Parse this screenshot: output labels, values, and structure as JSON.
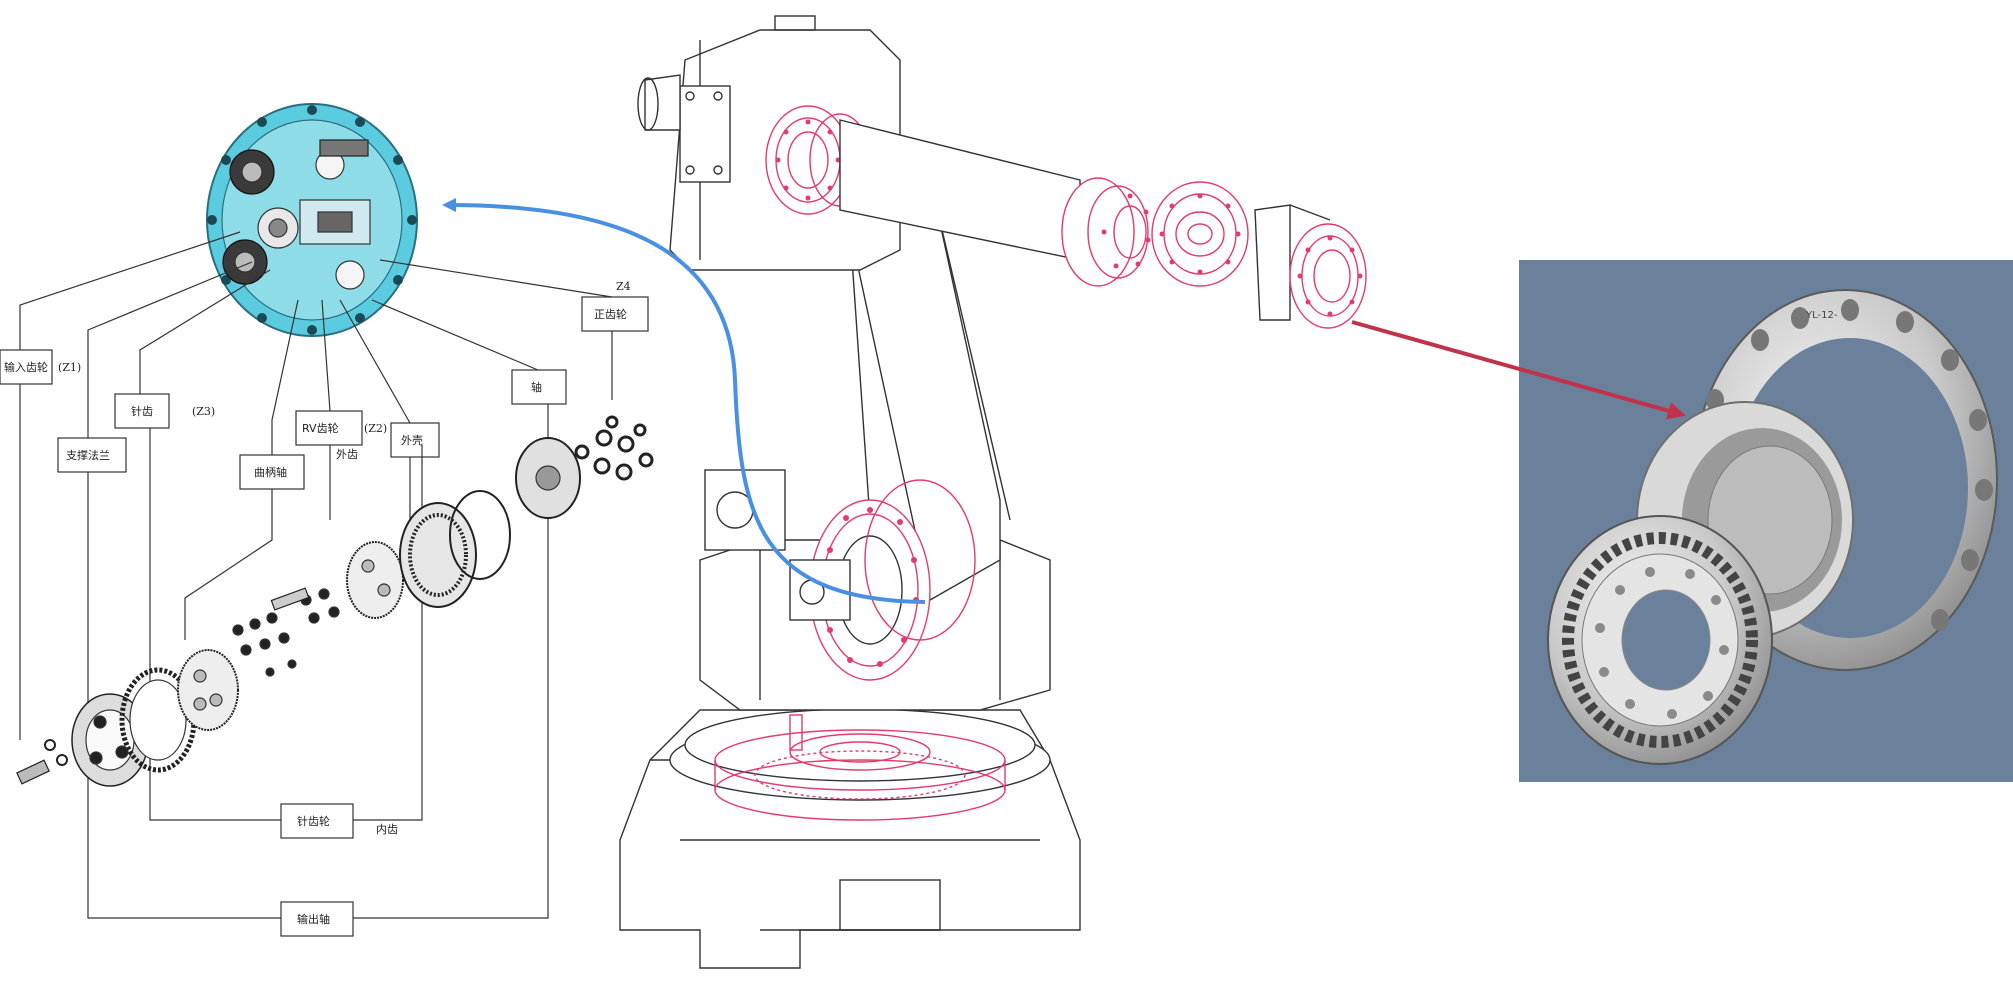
{
  "labels": {
    "input_gear": "输入齿轮",
    "input_gear_sym": "(Z1)",
    "support_flange": "支撑法兰",
    "needle_tooth": "针齿",
    "needle_tooth_sym": "(Z3)",
    "crankshaft": "曲柄轴",
    "rv_gear": "RV齿轮",
    "rv_gear_sym": "(Z2)",
    "external_tooth": "外齿",
    "outer_shell": "外壳",
    "shaft": "轴",
    "spur_gear": "正齿轮",
    "spur_gear_sym": "Z4",
    "needle_gear": "针齿轮",
    "internal_tooth": "内齿",
    "output_shaft": "输出轴",
    "bearing_markings": "YL-12-"
  },
  "colors": {
    "rv_reducer_highlight": "#5bcbe0",
    "robot_joint_highlight": "#e33b6a",
    "blue_arrow": "#4a90e2",
    "red_arrow": "#c0334a",
    "bearing_panel": "#6b809b",
    "line_art": "#333333"
  }
}
